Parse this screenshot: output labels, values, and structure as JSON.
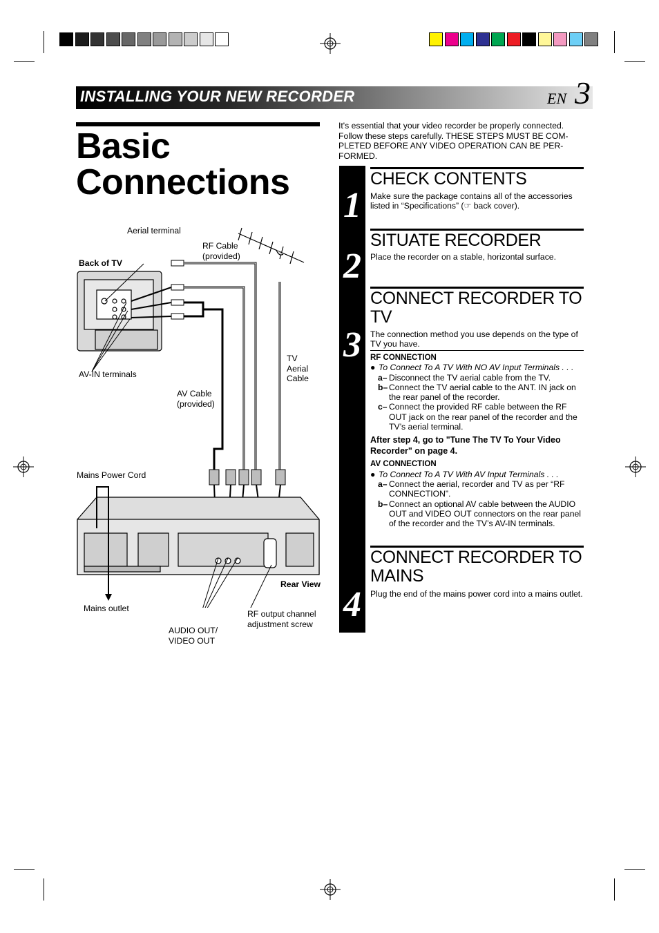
{
  "header": {
    "section_title": "INSTALLING YOUR NEW RECORDER",
    "lang": "EN",
    "page_number": "3"
  },
  "title": "Basic Connections",
  "intro": "It's essential that your video recorder be properly connected. Follow these steps carefully. THESE STEPS MUST BE COMPLETED BEFORE ANY VIDEO OPERATION CAN BE PERFORMED.",
  "intro_lines": [
    "It's essential that your video recorder be properly connected.",
    "Follow these steps carefully. THESE STEPS MUST BE COM-",
    "PLETED BEFORE ANY VIDEO OPERATION CAN BE PER-",
    "FORMED."
  ],
  "steps": [
    {
      "number": "1",
      "heading": "CHECK CONTENTS",
      "text": "Make sure the package contains all of the accessories listed in “Specifications” (☞ back cover)."
    },
    {
      "number": "2",
      "heading": "SITUATE RECORDER",
      "text": "Place the recorder on a stable, horizontal surface."
    },
    {
      "number": "3",
      "heading": "CONNECT RECORDER TO TV",
      "text": "The connection method you use depends on the type of TV you have.",
      "rf": {
        "title": "RF CONNECTION",
        "bullet": "To Connect To A TV With NO AV Input Terminals . . .",
        "items": [
          {
            "label": "a–",
            "text": "Disconnect the TV aerial cable from the TV."
          },
          {
            "label": "b–",
            "text": "Connect the TV aerial cable to the ANT. IN jack on the rear panel of the recorder."
          },
          {
            "label": "c–",
            "text": "Connect the provided RF cable between the RF OUT jack on the rear panel of the recorder and the TV’s aerial terminal."
          }
        ],
        "note": "After step 4, go to \"Tune The TV To Your Video Recorder\" on page 4."
      },
      "av": {
        "title": "AV CONNECTION",
        "bullet": "To Connect To A TV With AV Input Terminals . . .",
        "items": [
          {
            "label": "a–",
            "text": "Connect the aerial, recorder and TV as per “RF CONNECTION”."
          },
          {
            "label": "b–",
            "text": "Connect an optional AV cable between the AUDIO OUT and VIDEO OUT connectors on the rear panel of the recorder and the TV’s AV-IN terminals."
          }
        ]
      }
    },
    {
      "number": "4",
      "heading": "CONNECT RECORDER TO MAINS",
      "text": "Plug the end of the mains power cord into a mains outlet."
    }
  ],
  "diagram": {
    "aerial_terminal": "Aerial terminal",
    "rf_cable": [
      "RF Cable",
      "(provided)"
    ],
    "back_of_tv": "Back of TV",
    "av_in_terminals": "AV-IN terminals",
    "tv_aerial_cable": [
      "TV",
      "Aerial",
      "Cable"
    ],
    "av_cable": [
      "AV Cable",
      "(provided)"
    ],
    "mains_power_cord": "Mains Power Cord",
    "rear_view": "Rear View",
    "mains_outlet": "Mains outlet",
    "rf_output": [
      "RF output channel",
      "adjustment screw"
    ],
    "audio_video_out": [
      "AUDIO OUT/",
      "VIDEO OUT"
    ]
  },
  "colors": {
    "gray_bar": [
      "#000000",
      "#1c1c1c",
      "#333333",
      "#4d4d4d",
      "#666666",
      "#808080",
      "#999999",
      "#b3b3b3",
      "#cccccc",
      "#e6e6e6",
      "#ffffff"
    ],
    "color_bar": [
      "#fff200",
      "#ec008c",
      "#00aeef",
      "#2e3192",
      "#00a651",
      "#ed1c24",
      "#000000",
      "#fff799",
      "#f49ac1",
      "#6dcff6",
      "#808080"
    ]
  }
}
